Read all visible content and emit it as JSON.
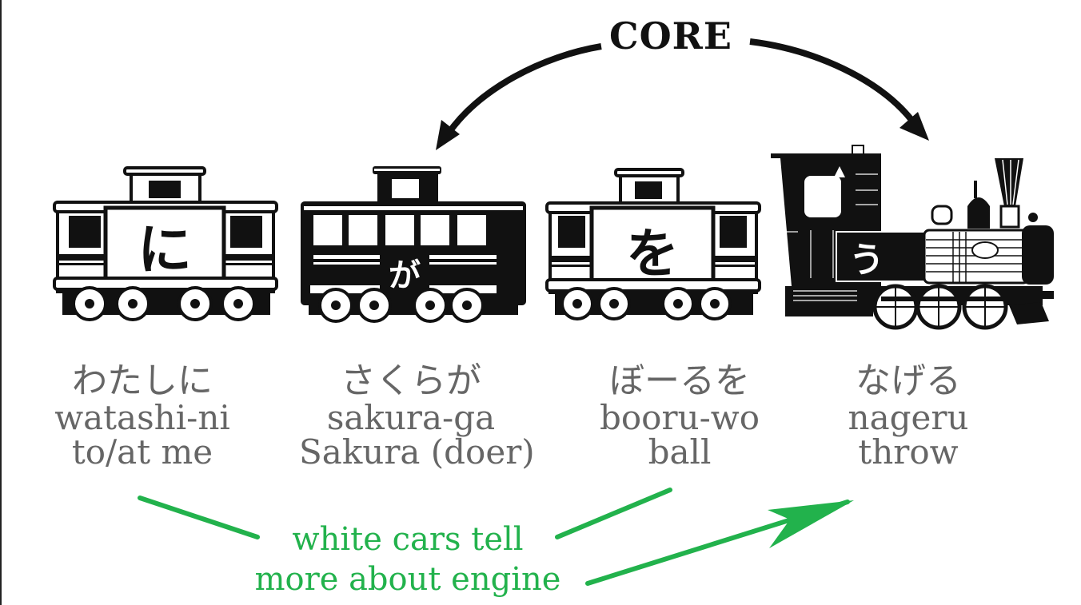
{
  "title": "CORE",
  "colors": {
    "text_gray": "#666666",
    "note_green": "#22b24c",
    "ink": "#111111"
  },
  "cars": [
    {
      "kana": "に",
      "style": "white-car",
      "jp": "わたしに",
      "romaji": "watashi-ni",
      "english": "to/at me"
    },
    {
      "kana": "が",
      "style": "black-car",
      "jp": "さくらが",
      "romaji": "sakura-ga",
      "english": "Sakura (doer)"
    },
    {
      "kana": "を",
      "style": "white-car",
      "jp": "ぼーるを",
      "romaji": "booru-wo",
      "english": "ball"
    },
    {
      "kana": "う",
      "style": "engine",
      "jp": "なげる",
      "romaji": "nageru",
      "english": "throw"
    }
  ],
  "note": {
    "line1": "white cars tell",
    "line2": "more about engine"
  }
}
